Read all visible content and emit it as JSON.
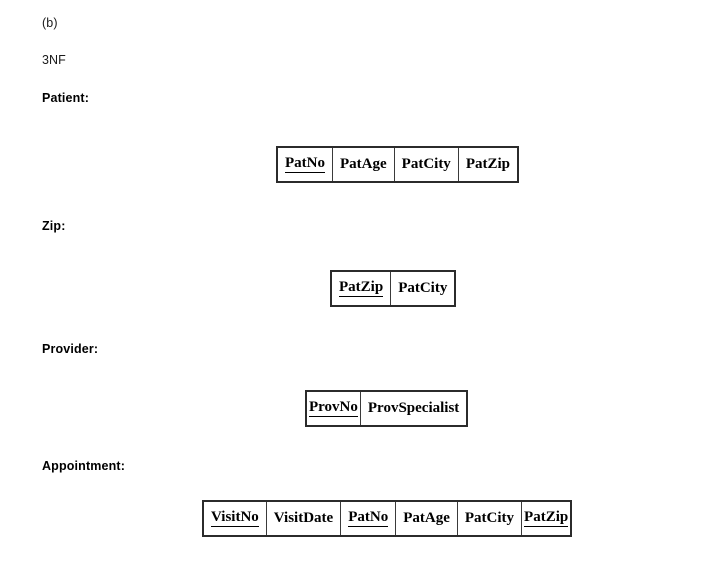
{
  "document": {
    "part_label": "(b)",
    "normal_form": "3NF"
  },
  "relations": [
    {
      "name": "Patient:",
      "attributes": [
        {
          "label": "PatNo",
          "key": true
        },
        {
          "label": "PatAge",
          "key": false
        },
        {
          "label": "PatCity",
          "key": false
        },
        {
          "label": "PatZip",
          "key": false
        }
      ]
    },
    {
      "name": "Zip:",
      "attributes": [
        {
          "label": "PatZip",
          "key": true
        },
        {
          "label": "PatCity",
          "key": false
        }
      ]
    },
    {
      "name": "Provider:",
      "attributes": [
        {
          "label": "ProvNo",
          "key": true
        },
        {
          "label": "ProvSpecialist",
          "key": false
        }
      ]
    },
    {
      "name": "Appointment:",
      "attributes": [
        {
          "label": "VisitNo",
          "key": true
        },
        {
          "label": "VisitDate",
          "key": false
        },
        {
          "label": "PatNo",
          "key": true
        },
        {
          "label": "PatAge",
          "key": false
        },
        {
          "label": "PatCity",
          "key": false
        },
        {
          "label": "PatZip",
          "key": true
        }
      ]
    }
  ]
}
